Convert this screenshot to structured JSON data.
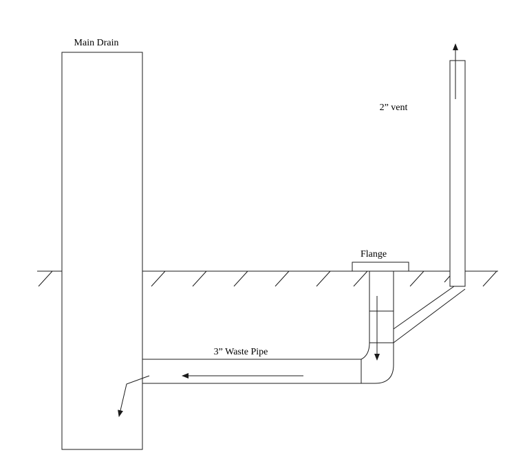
{
  "labels": {
    "main_drain": "Main Drain",
    "vent": "2” vent",
    "flange": "Flange",
    "waste_pipe": "3” Waste Pipe"
  },
  "colors": {
    "stroke": "#1a1a1a",
    "background": "#ffffff"
  }
}
